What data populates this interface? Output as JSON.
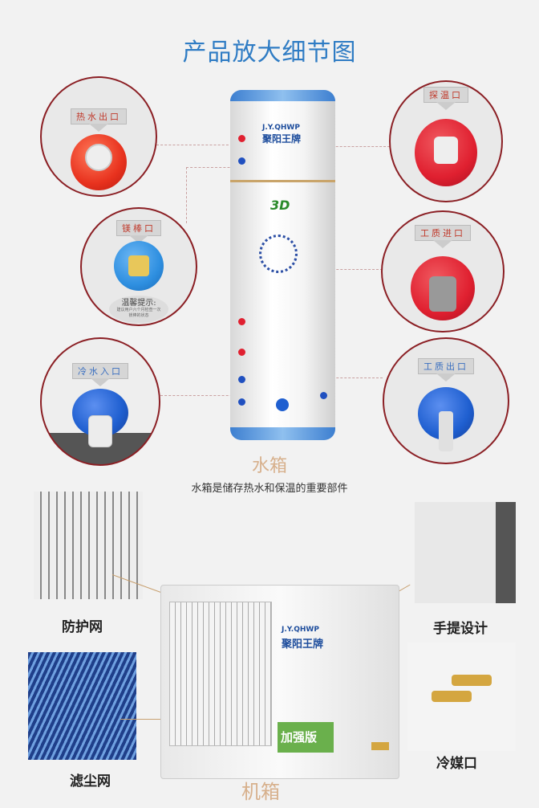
{
  "title": "产品放大细节图",
  "tank": {
    "brand_en": "J.Y.QHWP",
    "brand_cn": "聚阳王牌",
    "badge": "3D",
    "caption": "水箱",
    "description": "水箱是储存热水和保温的重要部件"
  },
  "callouts_left": [
    {
      "label": "热水出口",
      "color": "#e8321e"
    },
    {
      "label": "镁棒口",
      "color": "#2e8fe0",
      "tip_title": "温馨提示:",
      "tip_text": "建议用户六个月检查一次镁棒的状态"
    },
    {
      "label": "冷水入口",
      "color": "#1f5fd0"
    }
  ],
  "callouts_right": [
    {
      "label": "探温口",
      "color": "#e02030"
    },
    {
      "label": "工质进口",
      "color": "#e02030"
    },
    {
      "label": "工质出口",
      "color": "#1f5fd0"
    }
  ],
  "unit": {
    "brand_en": "J.Y.QHWP",
    "brand_cn": "聚阳王牌",
    "badge": "加强版",
    "caption": "机箱",
    "features": [
      "防护网",
      "滤尘网",
      "手提设计",
      "冷媒口"
    ]
  },
  "colors": {
    "title": "#2f7cc4",
    "caption": "#d7b08c",
    "circle_border": "#8b1f24"
  }
}
